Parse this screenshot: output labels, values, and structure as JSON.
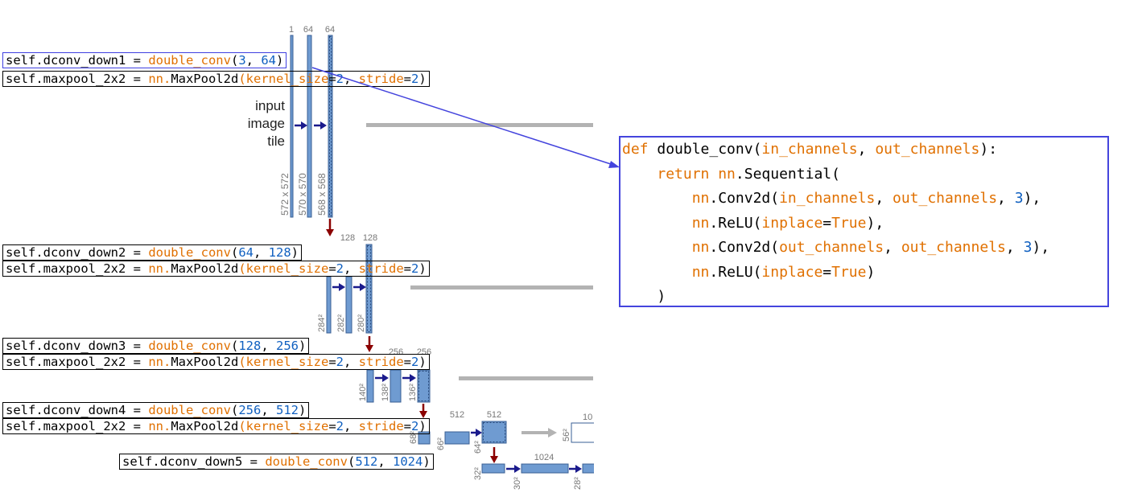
{
  "layers": [
    {
      "call": "self.dconv_down1 = ",
      "fn": "double_conv",
      "args": [
        {
          "v": "3",
          "t": "num"
        },
        {
          "v": ", ",
          "t": "txt"
        },
        {
          "v": "64",
          "t": "num"
        }
      ]
    },
    {
      "call": "self.dconv_down2 = ",
      "fn": "double_conv",
      "args": [
        {
          "v": "64",
          "t": "num"
        },
        {
          "v": ", ",
          "t": "txt"
        },
        {
          "v": "128",
          "t": "num"
        }
      ]
    },
    {
      "call": "self.dconv_down3 = ",
      "fn": "double_conv",
      "args": [
        {
          "v": "128",
          "t": "num"
        },
        {
          "v": ", ",
          "t": "txt"
        },
        {
          "v": "256",
          "t": "num"
        }
      ]
    },
    {
      "call": "self.dconv_down4 = ",
      "fn": "double_conv",
      "args": [
        {
          "v": "256",
          "t": "num"
        },
        {
          "v": ", ",
          "t": "txt"
        },
        {
          "v": "512",
          "t": "num"
        }
      ]
    },
    {
      "call": "self.dconv_down5 = ",
      "fn": "double_conv",
      "args": [
        {
          "v": "512",
          "t": "num"
        },
        {
          "v": ", ",
          "t": "txt"
        },
        {
          "v": "1024",
          "t": "num"
        }
      ]
    }
  ],
  "maxpool": {
    "prefix": "self.maxpool_2x2 = ",
    "mod": "nn.",
    "cls": "MaxPool2d",
    "k": "kernel_size",
    "kv": "2",
    "s": "stride",
    "sv": "2"
  },
  "def_code": [
    [
      {
        "v": "def ",
        "t": "kw"
      },
      {
        "v": "double_conv(",
        "t": "txt"
      },
      {
        "v": "in_channels",
        "t": "kw"
      },
      {
        "v": ", ",
        "t": "txt"
      },
      {
        "v": "out_channels",
        "t": "kw"
      },
      {
        "v": "):",
        "t": "txt"
      }
    ],
    [
      {
        "v": "    ",
        "t": "txt"
      },
      {
        "v": "return ",
        "t": "kw"
      },
      {
        "v": "nn",
        "t": "kw"
      },
      {
        "v": ".Sequential(",
        "t": "txt"
      }
    ],
    [
      {
        "v": "        ",
        "t": "txt"
      },
      {
        "v": "nn",
        "t": "kw"
      },
      {
        "v": ".Conv2d(",
        "t": "txt"
      },
      {
        "v": "in_channels",
        "t": "kw"
      },
      {
        "v": ", ",
        "t": "txt"
      },
      {
        "v": "out_channels",
        "t": "kw"
      },
      {
        "v": ", ",
        "t": "txt"
      },
      {
        "v": "3",
        "t": "num"
      },
      {
        "v": "),",
        "t": "txt"
      }
    ],
    [
      {
        "v": "        ",
        "t": "txt"
      },
      {
        "v": "nn",
        "t": "kw"
      },
      {
        "v": ".ReLU(",
        "t": "txt"
      },
      {
        "v": "inplace",
        "t": "kw"
      },
      {
        "v": "=",
        "t": "txt"
      },
      {
        "v": "True",
        "t": "kw"
      },
      {
        "v": "),",
        "t": "txt"
      }
    ],
    [
      {
        "v": "        ",
        "t": "txt"
      },
      {
        "v": "nn",
        "t": "kw"
      },
      {
        "v": ".Conv2d(",
        "t": "txt"
      },
      {
        "v": "out_channels",
        "t": "kw"
      },
      {
        "v": ", ",
        "t": "txt"
      },
      {
        "v": "out_channels",
        "t": "kw"
      },
      {
        "v": ", ",
        "t": "txt"
      },
      {
        "v": "3",
        "t": "num"
      },
      {
        "v": "),",
        "t": "txt"
      }
    ],
    [
      {
        "v": "        ",
        "t": "txt"
      },
      {
        "v": "nn",
        "t": "kw"
      },
      {
        "v": ".ReLU(",
        "t": "txt"
      },
      {
        "v": "inplace",
        "t": "kw"
      },
      {
        "v": "=",
        "t": "txt"
      },
      {
        "v": "True",
        "t": "kw"
      },
      {
        "v": ")",
        "t": "txt"
      }
    ],
    [
      {
        "v": "    )",
        "t": "txt"
      }
    ]
  ],
  "input_label": [
    "input",
    "image",
    "tile"
  ],
  "channel_labels": {
    "l1": [
      "1",
      "64",
      "64"
    ],
    "l2": [
      "128",
      "128"
    ],
    "l3": [
      "256",
      "256"
    ],
    "l4": [
      "512",
      "512"
    ],
    "l5": [
      "1024"
    ],
    "right": "10"
  },
  "size_labels": {
    "l1": [
      "572 x 572",
      "570 x 570",
      "568 x 568"
    ],
    "l2": [
      "284²",
      "282²",
      "280²"
    ],
    "l3": [
      "140²",
      "138²",
      "136²"
    ],
    "l4": [
      "68²",
      "66²",
      "64²"
    ],
    "l5": [
      "32²",
      "30²",
      "28²"
    ],
    "right": "56²"
  },
  "colors": {
    "block": "#6f9bd1",
    "block_edge": "#3a5f94",
    "arrow_blue": "#1a1a8c",
    "arrow_red": "#8b0000",
    "gray": "#b3b3b3",
    "highlight": "#4444dd"
  }
}
